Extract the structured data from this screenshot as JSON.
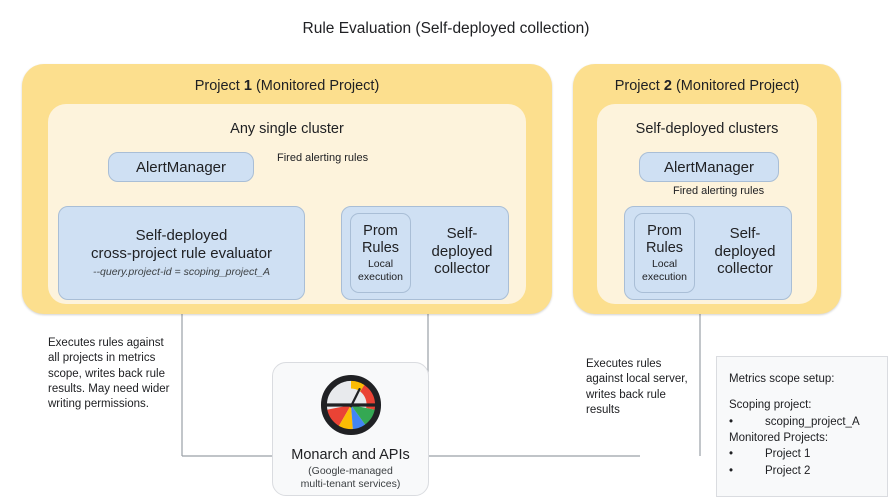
{
  "title": "Rule Evaluation (Self-deployed collection)",
  "projects": [
    {
      "id": "project-1",
      "title_prefix": "Project ",
      "title_number": "1",
      "title_suffix": " (Monitored Project)",
      "cluster_title": "Any single cluster",
      "alertmanager": "AlertManager",
      "edge_label": "Fired alerting rules",
      "evaluator": {
        "line1": "Self-deployed",
        "line2": "cross-project rule evaluator",
        "flag": "--query.project-id = scoping_project_A"
      },
      "collector": {
        "line1": "Self-",
        "line2": "deployed",
        "line3": "collector"
      },
      "prom_rules": {
        "line1": "Prom",
        "line2": "Rules",
        "sub1": "Local",
        "sub2": "execution"
      }
    },
    {
      "id": "project-2",
      "title_prefix": "Project ",
      "title_number": "2",
      "title_suffix": " (Monitored Project)",
      "cluster_title": "Self-deployed clusters",
      "alertmanager": "AlertManager",
      "edge_label": "Fired alerting rules",
      "collector": {
        "line1": "Self-",
        "line2": "deployed",
        "line3": "collector"
      },
      "prom_rules": {
        "line1": "Prom",
        "line2": "Rules",
        "sub1": "Local",
        "sub2": "execution"
      }
    }
  ],
  "captions": {
    "left": "Executes rules against all projects in metrics scope, writes back rule results. May need wider writing permissions.",
    "right": "Executes rules against local server, writes back rule results"
  },
  "monarch": {
    "title": "Monarch and APIs",
    "subtitle_line1": "(Google-managed",
    "subtitle_line2": "multi-tenant services)",
    "icon": "gauge-icon"
  },
  "legend": {
    "heading": "Metrics scope setup:",
    "scoping_label": "Scoping project:",
    "scoping_items": [
      "scoping_project_A"
    ],
    "monitored_label": "Monitored Projects:",
    "monitored_items": [
      "Project 1",
      "Project 2"
    ]
  },
  "colors": {
    "project_fill": "#FCDF8E",
    "cluster_fill": "#FDF3DC",
    "component_fill": "#CFE0F3",
    "component_border": "#A9BED6",
    "panel_fill": "#F8F9FA",
    "panel_border": "#DADCE0",
    "connector": "#9AA0A6",
    "gauge_red": "#EA4335",
    "gauge_yellow": "#FBBC04",
    "gauge_green": "#34A853",
    "gauge_blue": "#4285F4",
    "gauge_dial": "#E8EAED",
    "gauge_ring": "#202124"
  }
}
